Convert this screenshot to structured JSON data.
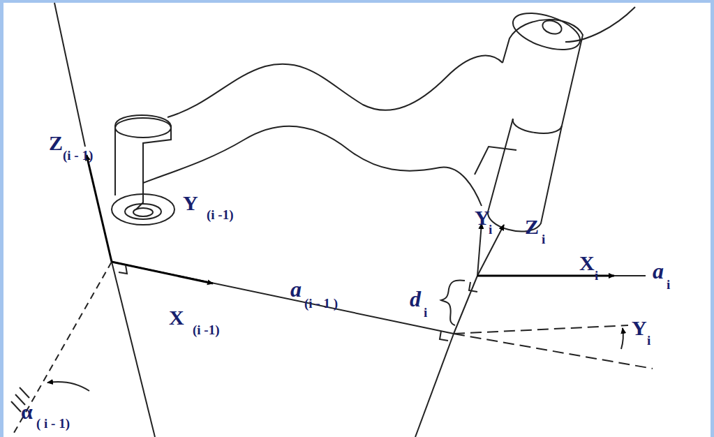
{
  "diagram": {
    "labels": [
      "Z",
      "(i - 1)",
      "Y",
      "(i -1)",
      "X",
      "(i -1)",
      "a",
      "(i - 1 )",
      "α",
      "( i - 1)",
      "d",
      "i",
      "Y",
      "i",
      "Z",
      "i",
      "X",
      "i",
      "a",
      "i",
      "Y",
      "i"
    ]
  }
}
